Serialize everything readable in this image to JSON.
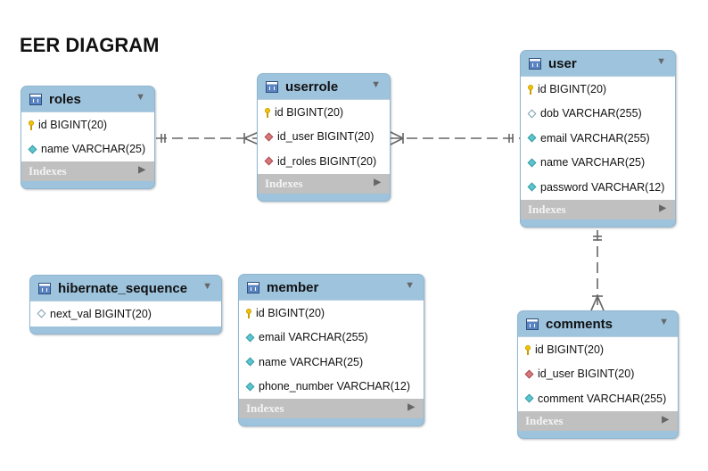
{
  "title": "EER DIAGRAM",
  "colors": {
    "header": "#9dc3dd",
    "indexes_bar": "#c0c0c0",
    "primary_key": "#f5c400",
    "foreign_key": "#d9787a",
    "attribute": "#5ac6cf"
  },
  "tables": {
    "roles": {
      "name": "roles",
      "columns": [
        {
          "text": "id BIGINT(20)",
          "icon": "primary-key-icon"
        },
        {
          "text": "name VARCHAR(25)",
          "icon": "filled-diamond-icon"
        }
      ],
      "indexes": "Indexes"
    },
    "userrole": {
      "name": "userrole",
      "columns": [
        {
          "text": "id BIGINT(20)",
          "icon": "primary-key-icon"
        },
        {
          "text": "id_user BIGINT(20)",
          "icon": "foreign-key-icon"
        },
        {
          "text": "id_roles BIGINT(20)",
          "icon": "foreign-key-icon"
        }
      ],
      "indexes": "Indexes"
    },
    "user": {
      "name": "user",
      "columns": [
        {
          "text": "id BIGINT(20)",
          "icon": "primary-key-icon"
        },
        {
          "text": "dob VARCHAR(255)",
          "icon": "hollow-diamond-icon"
        },
        {
          "text": "email VARCHAR(255)",
          "icon": "filled-diamond-icon"
        },
        {
          "text": "name VARCHAR(25)",
          "icon": "filled-diamond-icon"
        },
        {
          "text": "password VARCHAR(12)",
          "icon": "filled-diamond-icon"
        }
      ],
      "indexes": "Indexes"
    },
    "hibernate_sequence": {
      "name": "hibernate_sequence",
      "columns": [
        {
          "text": "next_val BIGINT(20)",
          "icon": "hollow-diamond-icon"
        }
      ]
    },
    "member": {
      "name": "member",
      "columns": [
        {
          "text": "id BIGINT(20)",
          "icon": "primary-key-icon"
        },
        {
          "text": "email VARCHAR(255)",
          "icon": "filled-diamond-icon"
        },
        {
          "text": "name VARCHAR(25)",
          "icon": "filled-diamond-icon"
        },
        {
          "text": "phone_number VARCHAR(12)",
          "icon": "filled-diamond-icon"
        }
      ],
      "indexes": "Indexes"
    },
    "comments": {
      "name": "comments",
      "columns": [
        {
          "text": "id BIGINT(20)",
          "icon": "primary-key-icon"
        },
        {
          "text": "id_user BIGINT(20)",
          "icon": "foreign-key-icon"
        },
        {
          "text": "comment VARCHAR(255)",
          "icon": "filled-diamond-icon"
        }
      ],
      "indexes": "Indexes"
    }
  },
  "relationships": [
    {
      "from": "roles",
      "to": "userrole",
      "cardinality": "one-to-many"
    },
    {
      "from": "user",
      "to": "userrole",
      "cardinality": "one-to-many"
    },
    {
      "from": "user",
      "to": "comments",
      "cardinality": "one-to-many"
    }
  ]
}
